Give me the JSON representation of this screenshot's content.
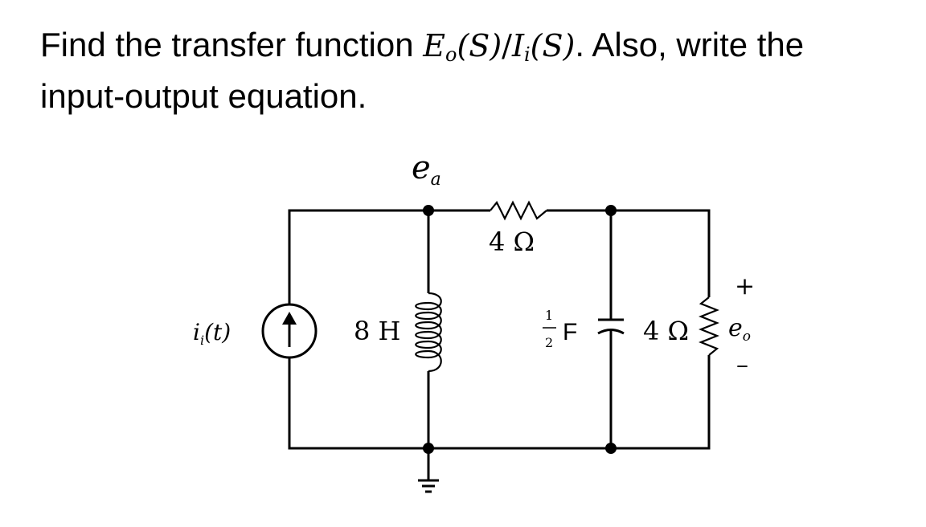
{
  "question": {
    "line1_prefix": "Find the transfer function ",
    "tf_num": "E",
    "tf_num_sub": "o",
    "tf_arg": "(S)",
    "tf_slash": "/",
    "tf_den": "I",
    "tf_den_sub": "i",
    "tf_arg2": "(S)",
    "line1_suffix": ".  Also, write the",
    "line2": "input-output equation."
  },
  "circuit": {
    "node_label": "e",
    "node_label_sub": "a",
    "source_label": "i",
    "source_label_sub": "i",
    "source_label_arg": "(t)",
    "inductor_label": "8 H",
    "series_resistor_label": "4 Ω",
    "capacitor_label_num": "1",
    "capacitor_label_den": "2",
    "capacitor_label_unit": "F",
    "load_resistor_label": "4 Ω",
    "output_plus": "+",
    "output_label": "e",
    "output_label_sub": "o",
    "output_minus": "–"
  }
}
